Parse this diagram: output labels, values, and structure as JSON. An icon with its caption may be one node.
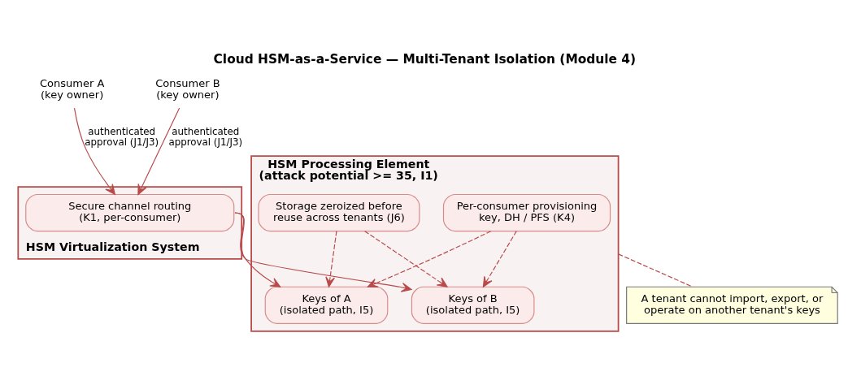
{
  "diagram": {
    "title": "Cloud HSM-as-a-Service — Multi-Tenant Isolation (Module 4)",
    "nodes": [
      {
        "text": [
          "Consumer A (key owner)"
        ]
      },
      {
        "text": [
          "Consumer B (key owner)"
        ]
      },
      {
        "text": [
          "HSM Virtualization System"
        ]
      },
      {
        "text": [
          "Secure channel routing (K1, per-consumer)"
        ],
        "in": 2
      },
      {
        "text": [
          "HSM Processing Element (attack potential >= 35, I1)"
        ]
      },
      {
        "text": [
          "Storage zeroized before reuse across tenants (J6)"
        ],
        "in": 4
      },
      {
        "text": [
          "Per-consumer provisioning key, DH / PFS (K4)"
        ],
        "in": 4
      },
      {
        "text": [
          "Keys of A (isolated path, I5)"
        ],
        "in": 4
      },
      {
        "text": [
          "Keys of B (isolated path, I5)"
        ],
        "in": 4
      },
      {
        "text": [
          "A tenant cannot import, export, or operate on another tenant's keys"
        ]
      }
    ],
    "edges": [
      {
        "from": 0,
        "to": 3,
        "arrow": "to",
        "label": "authenticated approval (J1/J3)"
      },
      {
        "from": 1,
        "to": 3,
        "arrow": "to",
        "label": "authenticated approval (J1/J3)"
      },
      {
        "from": 3,
        "to": 7,
        "arrow": "to"
      },
      {
        "from": 3,
        "to": 8,
        "arrow": "to"
      },
      {
        "from": 5,
        "to": 7,
        "arrow": "to",
        "style": "dashed"
      },
      {
        "from": 5,
        "to": 8,
        "arrow": "to",
        "style": "dashed"
      },
      {
        "from": 6,
        "to": 7,
        "arrow": "to",
        "style": "dashed"
      },
      {
        "from": 6,
        "to": 8,
        "arrow": "to",
        "style": "dashed"
      },
      {
        "from": 4,
        "to": 9,
        "arrow": "none",
        "style": "dashed"
      }
    ]
  }
}
